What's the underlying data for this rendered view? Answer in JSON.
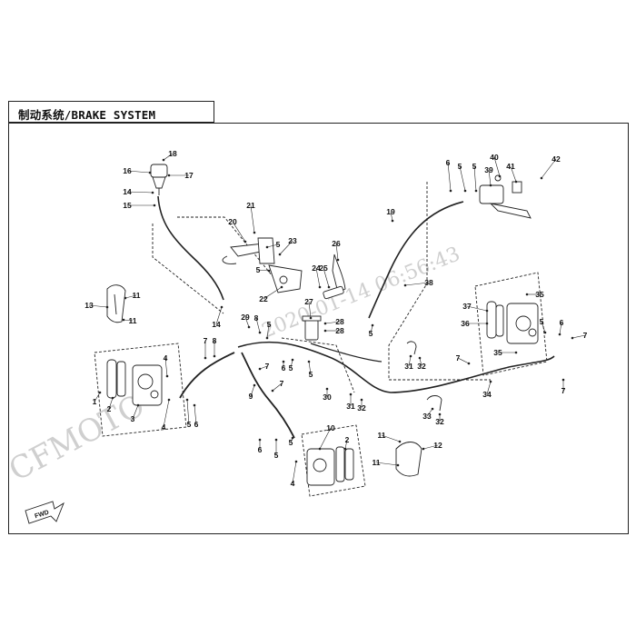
{
  "title": "制动系统/BRAKE SYSTEM",
  "watermark": {
    "brand": "CFMOTO",
    "stamp": "2020-01-14  06:56:43"
  },
  "fwd_label": "FWD",
  "callouts": [
    {
      "id": "c18",
      "text": "18"
    },
    {
      "id": "c16",
      "text": "16"
    },
    {
      "id": "c17",
      "text": "17"
    },
    {
      "id": "c14a",
      "text": "14"
    },
    {
      "id": "c15",
      "text": "15"
    },
    {
      "id": "c14b",
      "text": "14"
    },
    {
      "id": "c21",
      "text": "21"
    },
    {
      "id": "c20",
      "text": "20"
    },
    {
      "id": "c5a",
      "text": "5"
    },
    {
      "id": "c23",
      "text": "23"
    },
    {
      "id": "c5b",
      "text": "5"
    },
    {
      "id": "c22",
      "text": "22"
    },
    {
      "id": "c26",
      "text": "26"
    },
    {
      "id": "c24",
      "text": "24"
    },
    {
      "id": "c25",
      "text": "25"
    },
    {
      "id": "c27",
      "text": "27"
    },
    {
      "id": "c28a",
      "text": "28"
    },
    {
      "id": "c28b",
      "text": "28"
    },
    {
      "id": "c19",
      "text": "19"
    },
    {
      "id": "c5c",
      "text": "5"
    },
    {
      "id": "c38",
      "text": "38"
    },
    {
      "id": "c6a",
      "text": "6"
    },
    {
      "id": "c5d",
      "text": "5"
    },
    {
      "id": "c5e",
      "text": "5"
    },
    {
      "id": "c40",
      "text": "40"
    },
    {
      "id": "c39",
      "text": "39"
    },
    {
      "id": "c41",
      "text": "41"
    },
    {
      "id": "c42",
      "text": "42"
    },
    {
      "id": "c37",
      "text": "37"
    },
    {
      "id": "c35a",
      "text": "35"
    },
    {
      "id": "c36",
      "text": "36"
    },
    {
      "id": "c5f",
      "text": "5"
    },
    {
      "id": "c6b",
      "text": "6"
    },
    {
      "id": "c7a",
      "text": "7"
    },
    {
      "id": "c35b",
      "text": "35"
    },
    {
      "id": "c7b",
      "text": "7"
    },
    {
      "id": "c7c",
      "text": "7"
    },
    {
      "id": "c34",
      "text": "34"
    },
    {
      "id": "c31a",
      "text": "31"
    },
    {
      "id": "c32a",
      "text": "32"
    },
    {
      "id": "c33",
      "text": "33"
    },
    {
      "id": "c32b",
      "text": "32"
    },
    {
      "id": "c13",
      "text": "13"
    },
    {
      "id": "c11a",
      "text": "11"
    },
    {
      "id": "c11b",
      "text": "11"
    },
    {
      "id": "c29",
      "text": "29"
    },
    {
      "id": "c8",
      "text": "8"
    },
    {
      "id": "c5g",
      "text": "5"
    },
    {
      "id": "c7d",
      "text": "7"
    },
    {
      "id": "c8b",
      "text": "8"
    },
    {
      "id": "c4a",
      "text": "4"
    },
    {
      "id": "c1",
      "text": "1"
    },
    {
      "id": "c2a",
      "text": "2"
    },
    {
      "id": "c3",
      "text": "3"
    },
    {
      "id": "c4b",
      "text": "4"
    },
    {
      "id": "c5h",
      "text": "5"
    },
    {
      "id": "c6c",
      "text": "6"
    },
    {
      "id": "c7e",
      "text": "7"
    },
    {
      "id": "c9",
      "text": "9"
    },
    {
      "id": "c7f",
      "text": "7"
    },
    {
      "id": "c6d",
      "text": "6"
    },
    {
      "id": "c5i",
      "text": "5"
    },
    {
      "id": "c5j",
      "text": "5"
    },
    {
      "id": "c30",
      "text": "30"
    },
    {
      "id": "c31b",
      "text": "31"
    },
    {
      "id": "c32c",
      "text": "32"
    },
    {
      "id": "c10",
      "text": "10"
    },
    {
      "id": "c2b",
      "text": "2"
    },
    {
      "id": "c6e",
      "text": "6"
    },
    {
      "id": "c5k",
      "text": "5"
    },
    {
      "id": "c5l",
      "text": "5"
    },
    {
      "id": "c4c",
      "text": "4"
    },
    {
      "id": "c11c",
      "text": "11"
    },
    {
      "id": "c12",
      "text": "12"
    },
    {
      "id": "c11d",
      "text": "11"
    }
  ]
}
